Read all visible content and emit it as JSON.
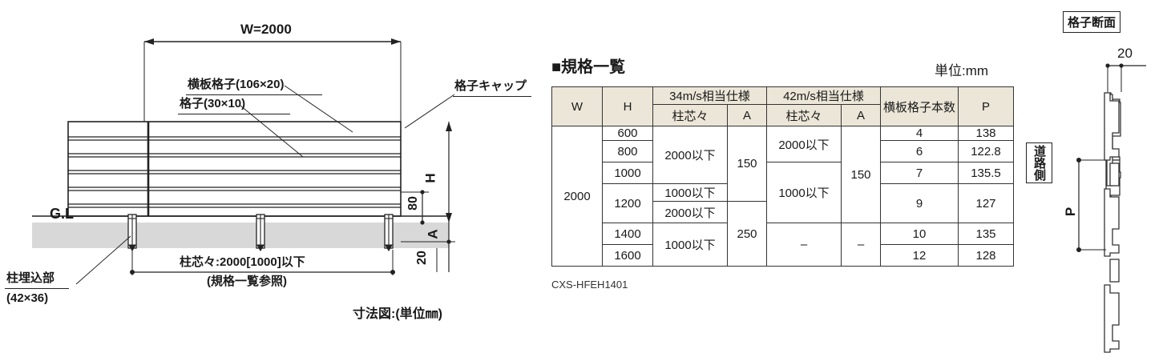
{
  "drawing": {
    "title_caption": "寸法図:(単位㎜)",
    "width_dim": "W=2000",
    "labels": {
      "slat": "横板格子(106×20)",
      "lattice": "格子(30×10)",
      "cap": "格子キャップ",
      "post_embed_line1": "柱埋込部",
      "post_embed_line2": "(42×36)",
      "ground_line": "G.L",
      "pitch_line1": "柱芯々:2000[1000]以下",
      "pitch_line2": "(規格一覧参照)"
    },
    "vertical_dims": {
      "h": "H",
      "eighty": "80",
      "a": "A",
      "twenty": "20"
    }
  },
  "spec": {
    "heading": "■規格一覧",
    "unit_note": "単位:mm",
    "part_code": "CXS-HFEH1401",
    "header": {
      "w": "W",
      "h": "H",
      "spec34": "34m/s相当仕様",
      "spec42": "42m/s相当仕様",
      "pitch": "柱芯々",
      "a": "A",
      "count": "横板格子本数",
      "p": "P"
    },
    "w_value": "2000",
    "rows": [
      {
        "h": "600",
        "p34": "2000以下",
        "a34": "150",
        "p42": "2000以下",
        "a42": "150",
        "count": "4",
        "p": "138"
      },
      {
        "h": "800",
        "p34": "",
        "a34": "",
        "p42": "",
        "a42": "",
        "count": "6",
        "p": "122.8"
      },
      {
        "h": "1000",
        "p34": "",
        "a34": "",
        "p42": "1000以下",
        "a42": "",
        "count": "7",
        "p": "135.5"
      },
      {
        "h": "1200",
        "p34": "1000以下",
        "a34": "",
        "p42": "",
        "a42": "",
        "count": "9",
        "p": "127"
      },
      {
        "h": "",
        "p34": "2000以下",
        "a34": "250",
        "p42": "",
        "a42": "",
        "count": "",
        "p": ""
      },
      {
        "h": "1400",
        "p34": "1000以下",
        "a34": "",
        "p42": "–",
        "a42": "–",
        "count": "10",
        "p": "135"
      },
      {
        "h": "1600",
        "p34": "",
        "a34": "",
        "p42": "",
        "a42": "",
        "count": "12",
        "p": "128"
      }
    ]
  },
  "section": {
    "title": "格子断面",
    "road_side": "道路側",
    "dim_20": "20",
    "dim_p": "P"
  },
  "colors": {
    "header_bg": "#ece6d8",
    "ground": "#d8d8d8",
    "line": "#222222"
  }
}
